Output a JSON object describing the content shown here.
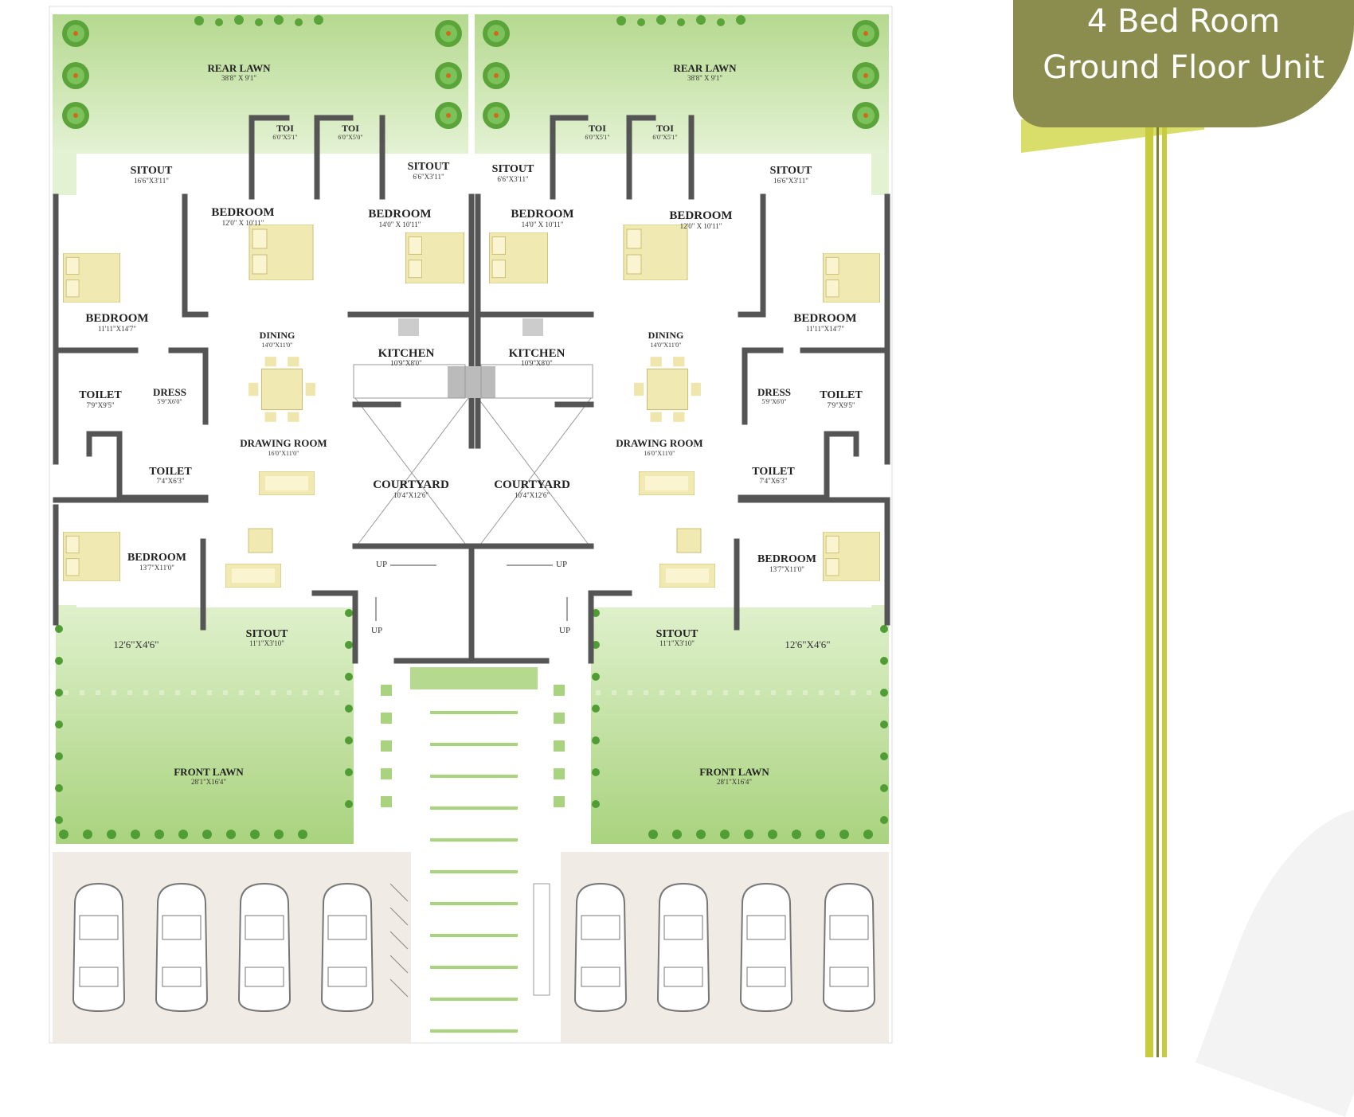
{
  "badge": {
    "line1": "4 Bed Room",
    "line2": "Ground Floor Unit"
  },
  "colors": {
    "lawn": "#c7e4a8",
    "lawn_light": "#e6f3d6",
    "wall": "#555555",
    "furniture": "#f1e9b2",
    "parking": "#f0ebe5",
    "badge": "#8b8d4f",
    "stripe": "#c7cb3d"
  },
  "icons": [
    "tree-icon",
    "bed-icon",
    "dining-table-icon",
    "sofa-icon",
    "car-icon",
    "stove-icon"
  ],
  "left_unit": {
    "rear_lawn": {
      "name": "REAR LAWN",
      "dim": "38'8\" X 9'1\""
    },
    "toi_a": {
      "name": "TOI",
      "dim": "6'0\"X5'1\""
    },
    "toi_b": {
      "name": "TOI",
      "dim": "6'0\"X5'0\""
    },
    "sitout_rear_a": {
      "name": "SITOUT",
      "dim": "16'6\"X3'11\""
    },
    "sitout_rear_b": {
      "name": "SITOUT",
      "dim": "6'6\"X3'11\""
    },
    "bedroom_a": {
      "name": "BEDROOM",
      "dim": "12'0\" X 10'11\""
    },
    "bedroom_b": {
      "name": "BEDROOM",
      "dim": "14'0\" X 10'11\""
    },
    "bedroom_c": {
      "name": "BEDROOM",
      "dim": "11'11\"X14'7\""
    },
    "dining": {
      "name": "DINING",
      "dim": "14'0\"X11'0\""
    },
    "kitchen": {
      "name": "KITCHEN",
      "dim": "10'9\"X8'0\""
    },
    "toilet_a": {
      "name": "TOILET",
      "dim": "7'9\"X9'5\""
    },
    "dress": {
      "name": "DRESS",
      "dim": "5'9\"X6'0\""
    },
    "drawing": {
      "name": "DRAWING ROOM",
      "dim": "16'0\"X11'0\""
    },
    "toilet_b": {
      "name": "TOILET",
      "dim": "7'4\"X6'3\""
    },
    "courtyard": {
      "name": "COURTYARD",
      "dim": "10'4\"X12'6\""
    },
    "bedroom_d": {
      "name": "BEDROOM",
      "dim": "13'7\"X11'0\""
    },
    "verandah_dim": "12'6\"X4'6\"",
    "sitout_front": {
      "name": "SITOUT",
      "dim": "11'1\"X3'10\""
    },
    "front_lawn": {
      "name": "FRONT LAWN",
      "dim": "28'1\"X16'4\""
    },
    "up_a": "UP",
    "up_b": "UP"
  },
  "right_unit": {
    "rear_lawn": {
      "name": "REAR LAWN",
      "dim": "38'8\" X 9'1\""
    },
    "toi_a": {
      "name": "TOI",
      "dim": "6'0\"X5'1\""
    },
    "toi_b": {
      "name": "TOI",
      "dim": "6'0\"X5'1\""
    },
    "sitout_rear_a": {
      "name": "SITOUT",
      "dim": "6'6\"X3'11\""
    },
    "sitout_rear_b": {
      "name": "SITOUT",
      "dim": "16'6\"X3'11\""
    },
    "bedroom_a": {
      "name": "BEDROOM",
      "dim": "14'0\" X 10'11\""
    },
    "bedroom_b": {
      "name": "BEDROOM",
      "dim": "12'0\" X 10'11\""
    },
    "bedroom_c": {
      "name": "BEDROOM",
      "dim": "11'11\"X14'7\""
    },
    "dining": {
      "name": "DINING",
      "dim": "14'0\"X11'0\""
    },
    "kitchen": {
      "name": "KITCHEN",
      "dim": "10'9\"X8'0\""
    },
    "toilet_a": {
      "name": "TOILET",
      "dim": "7'9\"X9'5\""
    },
    "dress": {
      "name": "DRESS",
      "dim": "5'9\"X6'0\""
    },
    "drawing": {
      "name": "DRAWING ROOM",
      "dim": "16'0\"X11'0\""
    },
    "toilet_b": {
      "name": "TOILET",
      "dim": "7'4\"X6'3\""
    },
    "courtyard": {
      "name": "COURTYARD",
      "dim": "10'4\"X12'6\""
    },
    "bedroom_d": {
      "name": "BEDROOM",
      "dim": "13'7\"X11'0\""
    },
    "verandah_dim": "12'6\"X4'6\"",
    "sitout_front": {
      "name": "SITOUT",
      "dim": "11'1\"X3'10\""
    },
    "front_lawn": {
      "name": "FRONT LAWN",
      "dim": "28'1\"X16'4\""
    },
    "up_a": "UP",
    "up_b": "UP"
  }
}
